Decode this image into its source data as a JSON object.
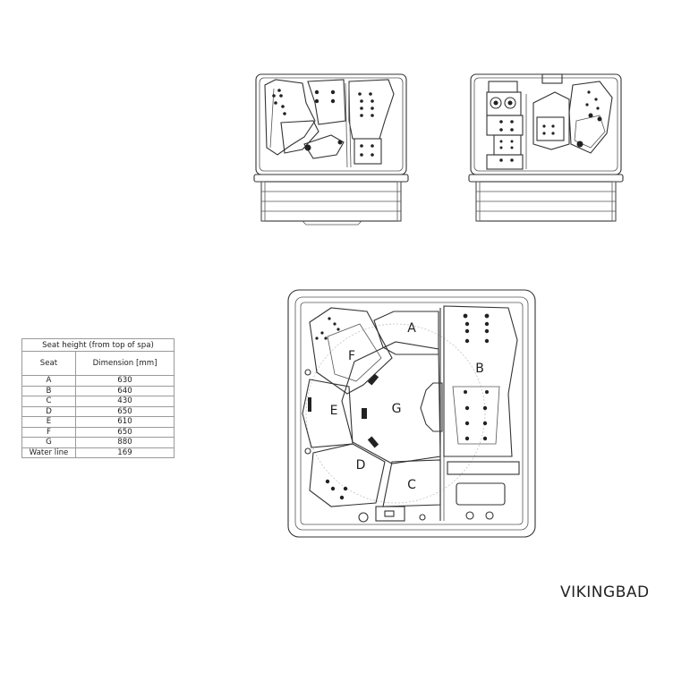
{
  "diagram": {
    "views": [
      {
        "name": "front-view-left",
        "description": "Side elevation of spa showing interior seats and jets"
      },
      {
        "name": "front-view-right",
        "description": "Opposite side elevation of spa showing controls and jets"
      },
      {
        "name": "top-view",
        "description": "Top-down plan view of spa with labeled seats"
      }
    ],
    "seat_labels": [
      "A",
      "B",
      "C",
      "D",
      "E",
      "F",
      "G"
    ]
  },
  "table": {
    "title": "Seat height (from top of spa)",
    "headers": [
      "Seat",
      "Dimension [mm]"
    ],
    "rows": [
      {
        "seat": "A",
        "dimension": "630"
      },
      {
        "seat": "B",
        "dimension": "640"
      },
      {
        "seat": "C",
        "dimension": "430"
      },
      {
        "seat": "D",
        "dimension": "650"
      },
      {
        "seat": "E",
        "dimension": "610"
      },
      {
        "seat": "F",
        "dimension": "650"
      },
      {
        "seat": "G",
        "dimension": "880"
      },
      {
        "seat": "Water line",
        "dimension": "169"
      }
    ]
  },
  "brand": {
    "logo_text": "VIKINGBAD"
  }
}
